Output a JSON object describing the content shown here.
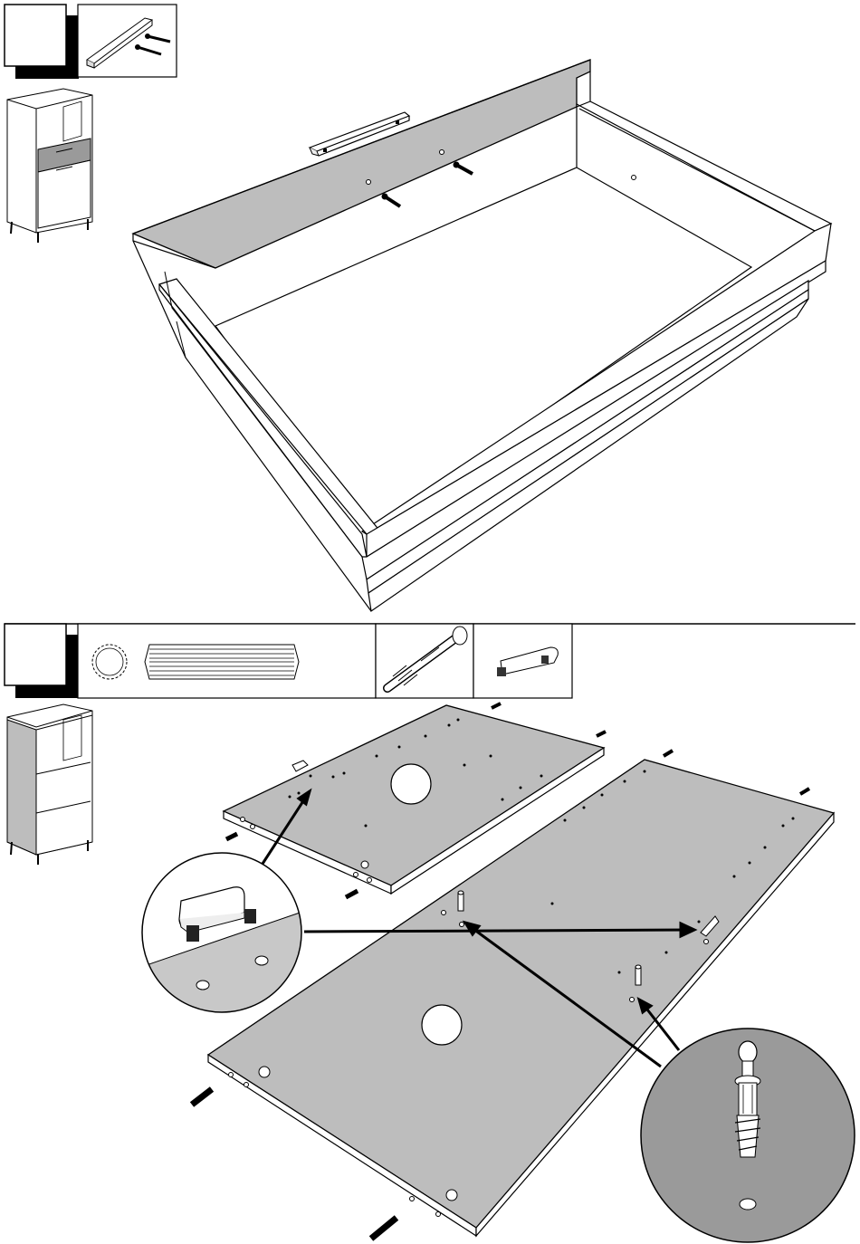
{
  "page": {
    "type": "assembly-instructions",
    "colors": {
      "line": "#111111",
      "panel_gray": "#bdbdbd",
      "panel_dark": "#9a9a9a",
      "inset_gray": "#c8c8c8",
      "white": "#ffffff"
    }
  },
  "step_a": {
    "step_box_label": "",
    "parts_hardware": [
      "handle-icon",
      "screw-icon",
      "screw-icon"
    ],
    "thumbnail": "cabinet-drawer-highlight-icon",
    "main_illustration": "drawer-with-handle-attachment"
  },
  "step_b": {
    "step_box_label": "",
    "parts_hardware": [
      "wooden-dowel-icon",
      "cam-bolt-icon",
      "shelf-support-pin-icon"
    ],
    "thumbnail": "cabinet-shelves-highlight-icon",
    "main_illustration": "panels-with-dowels-and-fittings",
    "detail_callouts": [
      "shelf-support-detail",
      "cam-bolt-detail"
    ]
  }
}
